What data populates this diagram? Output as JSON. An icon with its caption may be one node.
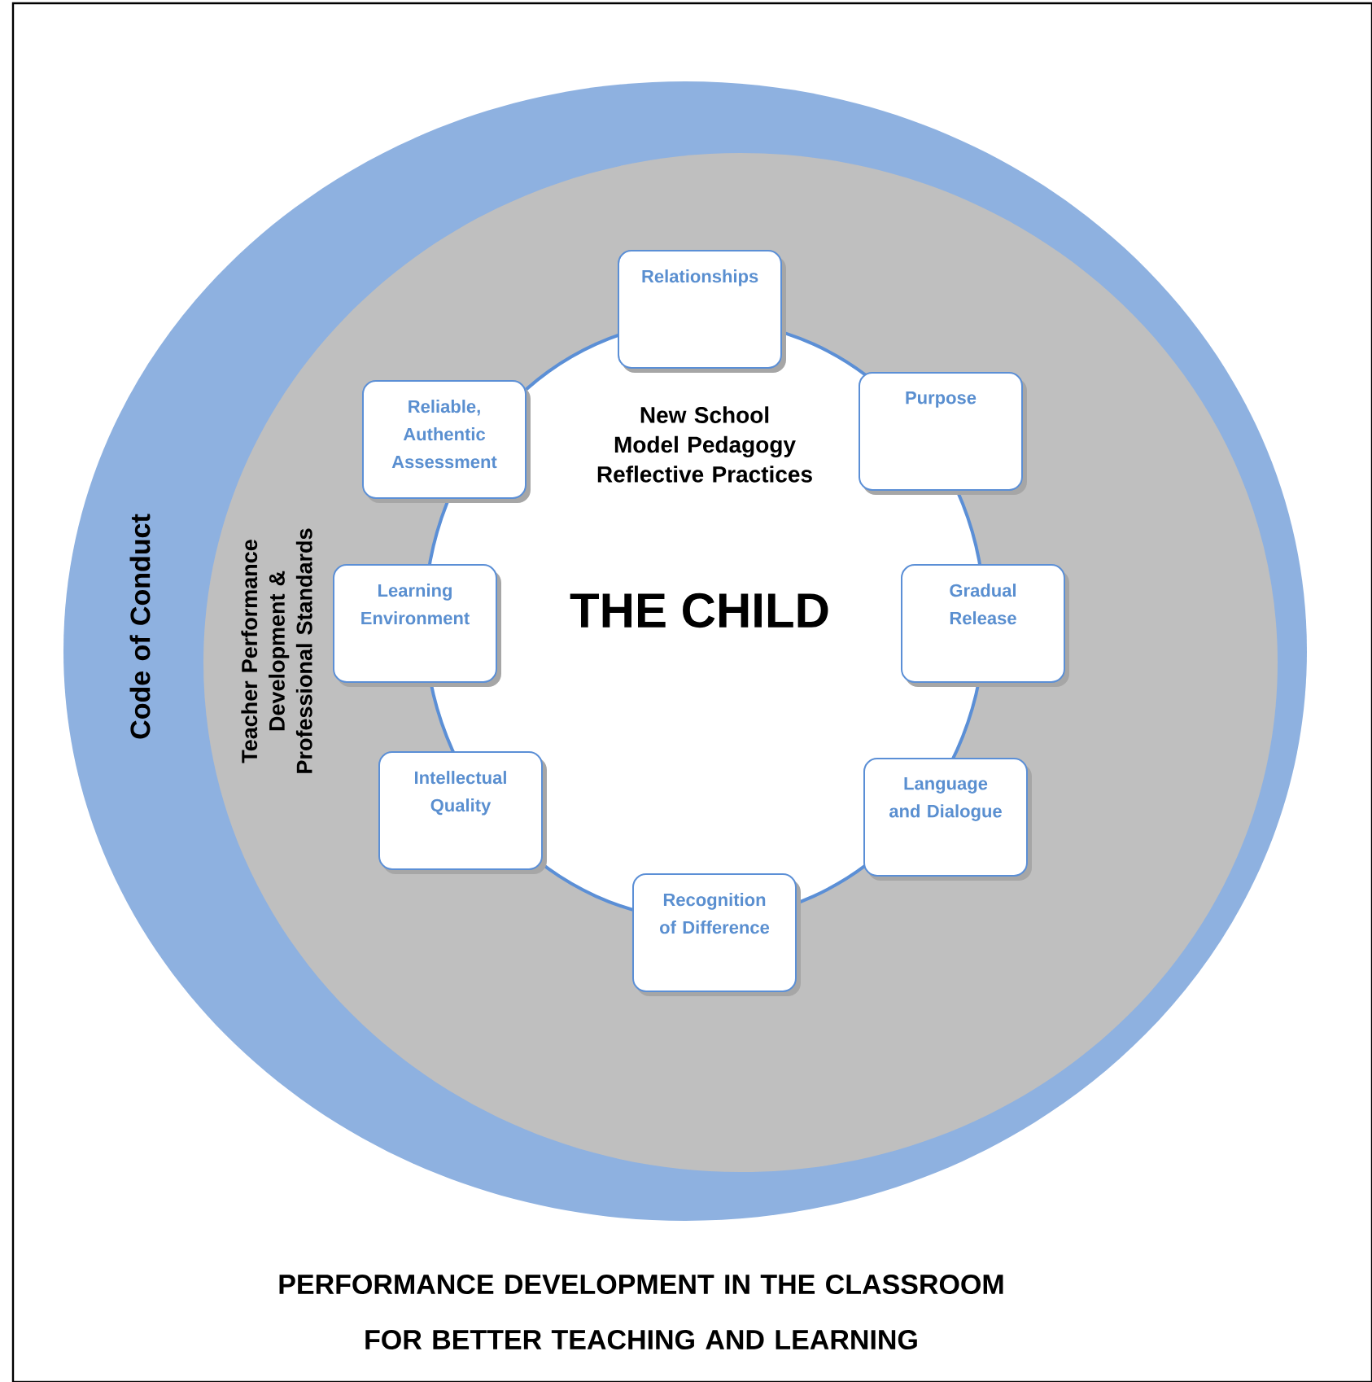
{
  "diagram": {
    "caption": "PERFORMANCE DEVELOPMENT IN THE CLASSROOM FOR BETTER TEACHING AND LEARNING",
    "nodes": [
      {
        "text": [
          "Code of Conduct"
        ]
      },
      {
        "text": [
          "Teacher Performance Development & Professional Standards"
        ],
        "in": 0
      },
      {
        "text": [
          "New School Model Pedagogy Reflective Practices",
          "THE CHILD"
        ],
        "in": 1
      },
      {
        "text": [
          "Relationships"
        ],
        "in": 1
      },
      {
        "text": [
          "Reliable, Authentic Assessment"
        ],
        "in": 1
      },
      {
        "text": [
          "Purpose"
        ],
        "in": 1
      },
      {
        "text": [
          "Learning Environment"
        ],
        "in": 1
      },
      {
        "text": [
          "Gradual Release"
        ],
        "in": 1
      },
      {
        "text": [
          "Intellectual Quality"
        ],
        "in": 1
      },
      {
        "text": [
          "Language and Dialogue"
        ],
        "in": 1
      },
      {
        "text": [
          "Recognition of Difference"
        ],
        "in": 1
      }
    ],
    "edges": []
  }
}
